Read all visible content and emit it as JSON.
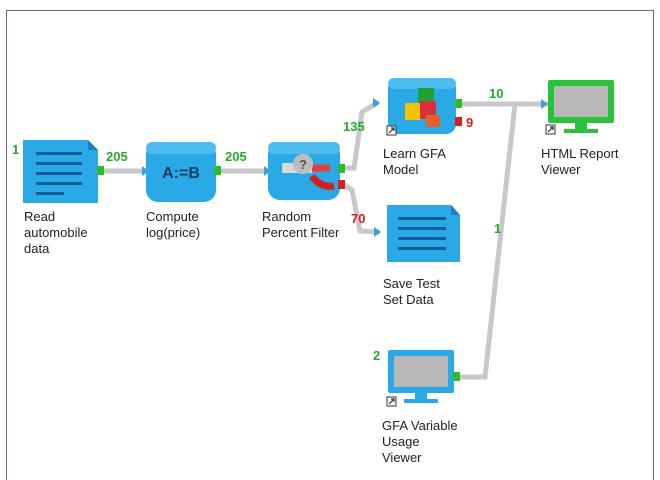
{
  "colors": {
    "node_blue": "#29a9e6",
    "node_blue_dark": "#1b7fc0",
    "monitor_frame": "#27c43a",
    "monitor_screen": "#b8b8b8",
    "connector": "#c8c8c8",
    "count_green": "#2aa82a",
    "count_red": "#d42020",
    "frame_border": "#5a6e8a"
  },
  "nodes": {
    "read_data": {
      "label": "Read\nautomobile\ndata",
      "icon": "document-icon"
    },
    "compute": {
      "label": "Compute\nlog(price)",
      "icon_text": "A:=B",
      "icon": "compute-icon"
    },
    "filter": {
      "label": "Random\nPercent Filter",
      "icon": "filter-icon"
    },
    "learn": {
      "label": "Learn GFA\nModel",
      "icon": "cubes-icon"
    },
    "save": {
      "label": "Save Test\nSet Data",
      "icon": "document-icon"
    },
    "html_viewer": {
      "label": "HTML Report\nViewer",
      "icon": "monitor-icon"
    },
    "gfa_viewer": {
      "label": "GFA Variable\nUsage\nViewer",
      "icon": "monitor-icon"
    }
  },
  "counts": {
    "read_order": "1",
    "read_to_compute": "205",
    "compute_to_filter": "205",
    "filter_pass": "135",
    "filter_fail": "70",
    "learn_to_html": "10",
    "learn_err": "9",
    "gfa_to_html": "1",
    "gfa_order": "2"
  }
}
